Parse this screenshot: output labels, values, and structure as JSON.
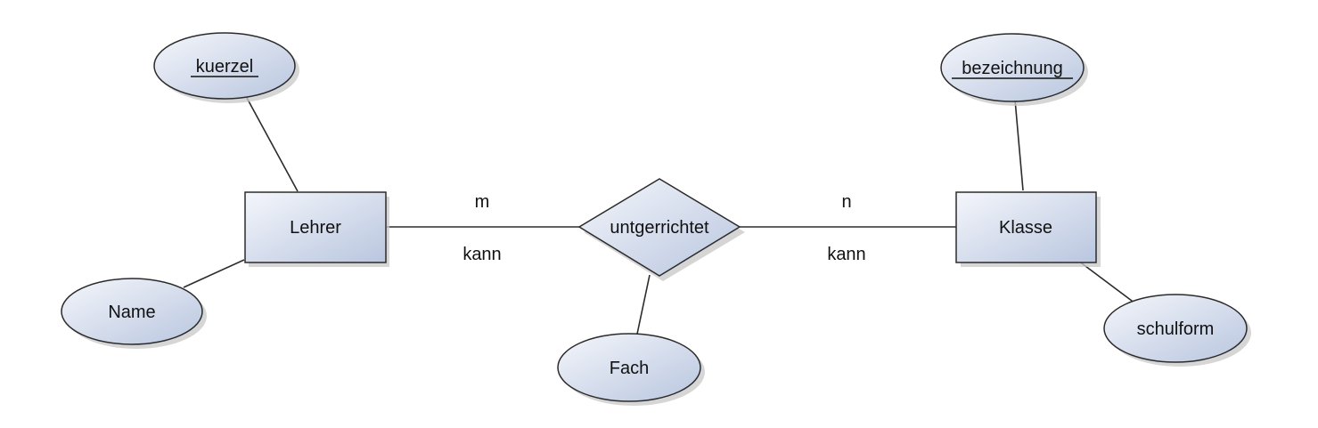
{
  "colors": {
    "fill_light": "#f4f6fb",
    "fill_dark": "#b9c6df",
    "stroke": "#2b2b2b",
    "shadow": "#c8c8c8",
    "text": "#111111",
    "background": "#ffffff"
  },
  "entities": {
    "lehrer": "Lehrer",
    "klasse": "Klasse"
  },
  "relationship": {
    "label": "untgerrichtet"
  },
  "attributes": {
    "kuerzel": "kuerzel",
    "name": "Name",
    "fach": "Fach",
    "bezeichnung": "bezeichnung",
    "schulform": "schulform"
  },
  "cardinalities": {
    "left_multiplicity": "m",
    "left_verb": "kann",
    "right_multiplicity": "n",
    "right_verb": "kann"
  }
}
